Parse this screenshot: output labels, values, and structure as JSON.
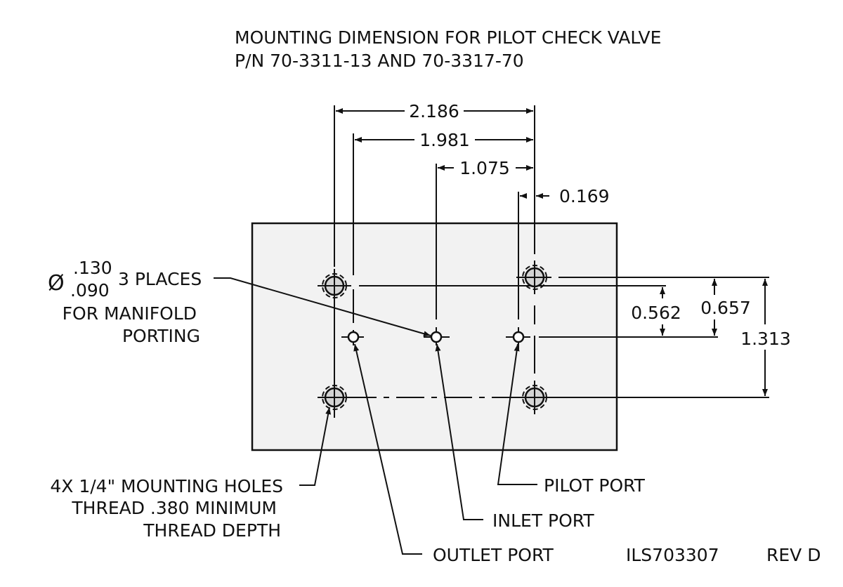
{
  "title": {
    "line1": "MOUNTING DIMENSION FOR PILOT CHECK VALVE",
    "line2": "P/N 70-3311-13 AND 70-3317-70"
  },
  "dimensions": {
    "horizontal": [
      "2.186",
      "1.981",
      "1.075",
      "0.169"
    ],
    "vertical": [
      "0.562",
      "0.657",
      "1.313"
    ]
  },
  "port_callout": {
    "diameter_symbol": "Ø",
    "upper_tol": ".130",
    "lower_tol": ".090",
    "places": "3 PLACES",
    "line2": "FOR MANIFOLD",
    "line3": "PORTING"
  },
  "mounting_callout": {
    "line1": "4X 1/4\" MOUNTING HOLES",
    "line2": "THREAD .380 MINIMUM",
    "line3": "THREAD DEPTH"
  },
  "labels": {
    "pilot_port": "PILOT PORT",
    "inlet_port": "INLET PORT",
    "outlet_port": "OUTLET PORT"
  },
  "footer": {
    "drawing_number": "ILS703307",
    "revision": "REV D"
  },
  "colors": {
    "plate_fill": "#f2f2f2",
    "ink": "#111111",
    "hole_fill": "#d4d4d4"
  }
}
